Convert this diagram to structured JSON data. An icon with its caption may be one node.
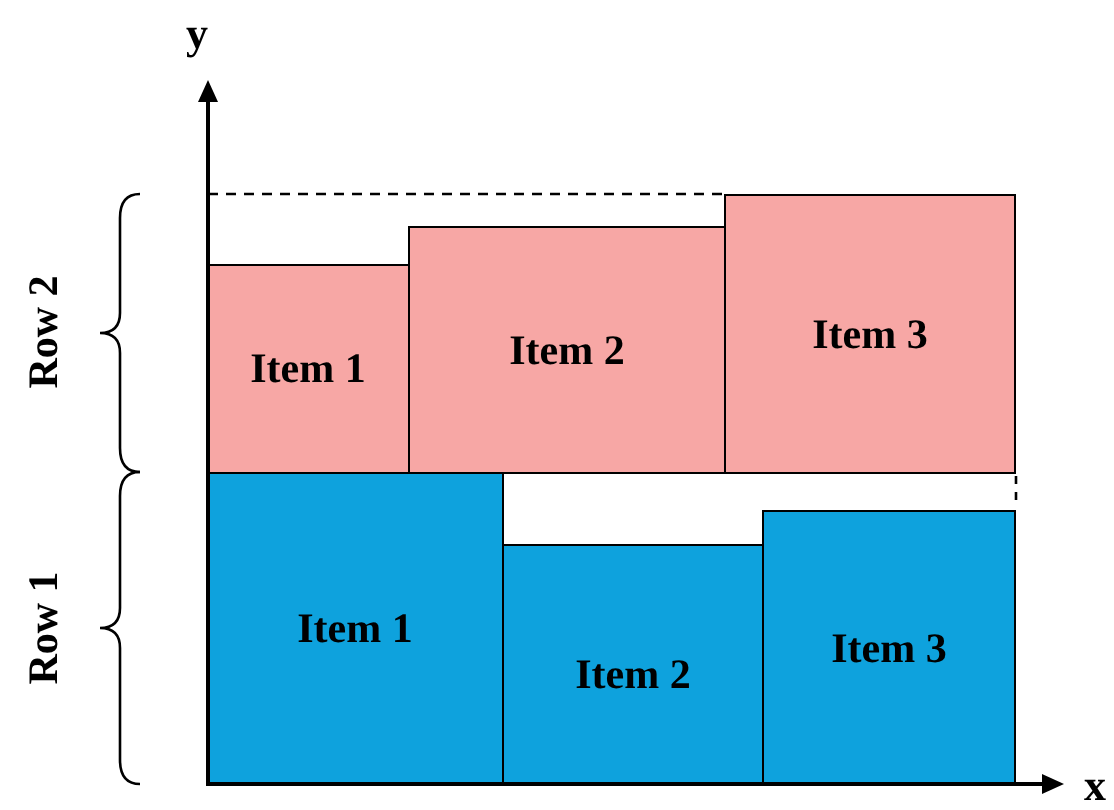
{
  "diagram": {
    "nodes": [
      {
        "text": [
          "Item 1"
        ]
      },
      {
        "text": [
          "Item 2"
        ]
      },
      {
        "text": [
          "Item 3"
        ]
      },
      {
        "text": [
          "Item 1"
        ]
      },
      {
        "text": [
          "Item 2"
        ]
      },
      {
        "text": [
          "Item 3"
        ]
      }
    ],
    "labels": [
      "y",
      "Row 2",
      "Row 1",
      "x"
    ]
  }
}
